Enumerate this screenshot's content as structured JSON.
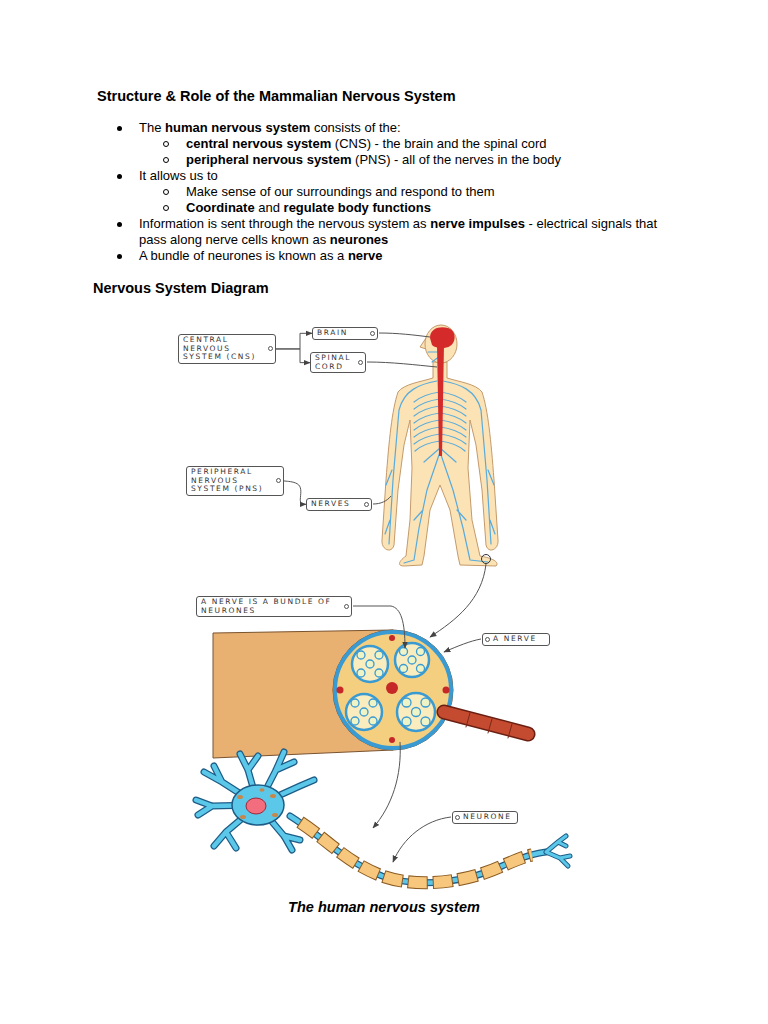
{
  "diagram": {
    "title": "Structure & Role of the Mammalian Nervous System",
    "caption": "The human nervous system",
    "nodes": [
      {
        "text": [
          "CENTRAL NERVOUS SYSTEM (CNS)"
        ]
      },
      {
        "text": [
          "BRAIN"
        ]
      },
      {
        "text": [
          "SPINAL CORD"
        ]
      },
      {
        "text": [
          "PERIPHERAL NERVOUS SYSTEM (PNS)"
        ]
      },
      {
        "text": [
          "NERVES"
        ]
      },
      {
        "text": [
          "A NERVE IS A BUNDLE OF NEURONES"
        ]
      },
      {
        "text": [
          "A NERVE"
        ]
      },
      {
        "text": [
          "NEURONE"
        ]
      }
    ],
    "edges": [
      {
        "from": 0,
        "to": 1,
        "arrow": "to"
      },
      {
        "from": 0,
        "to": 2,
        "arrow": "to"
      },
      {
        "from": 3,
        "to": 4,
        "arrow": "to"
      }
    ],
    "labels": [
      "The",
      "human nervous system",
      "consists of the:",
      "central nervous system",
      "(CNS) - the brain and the spinal cord",
      "peripheral nervous system",
      "(PNS) - all of the nerves in the body",
      "It allows us to",
      "Make sense of our surroundings and respond to them",
      "Coordinate",
      "and",
      "regulate body functions",
      "Information is sent through the nervous system as",
      "nerve impulses",
      "- electrical signals that pass along nerve cells known as",
      "neurones",
      "A bundle of neurones is known as a",
      "nerve",
      "Nervous System Diagram"
    ]
  }
}
